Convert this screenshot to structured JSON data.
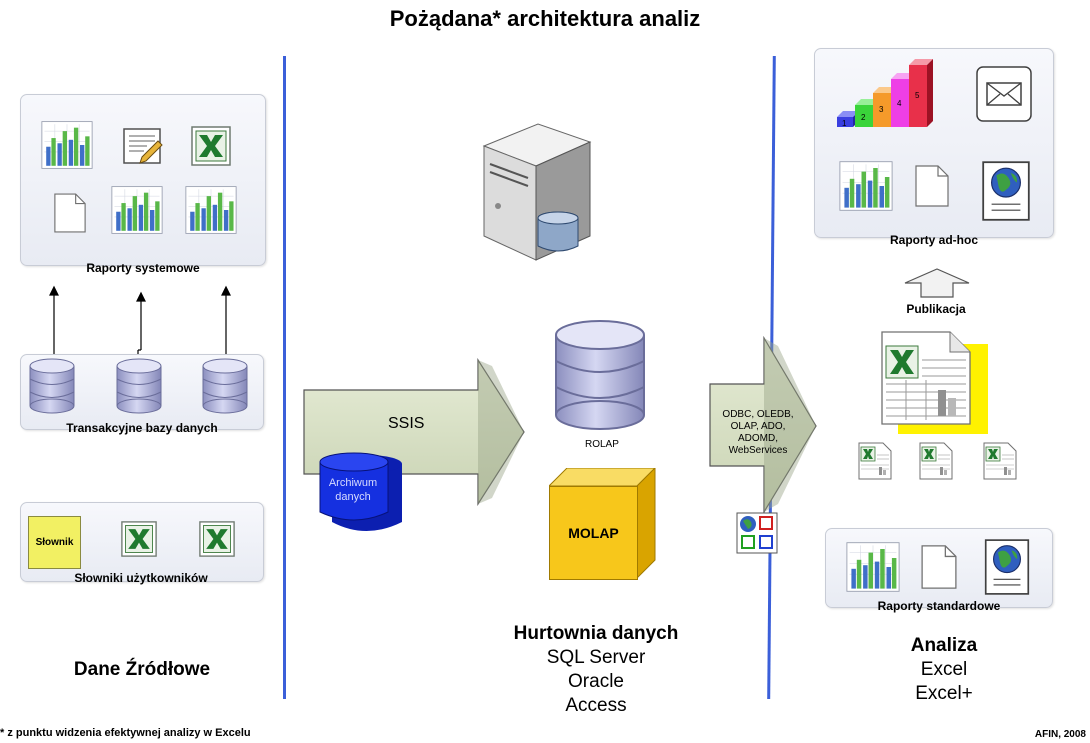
{
  "title": "Pożądana* architektura analiz",
  "left": {
    "reports_label": "Raporty systemowe",
    "db_label": "Transakcyjne bazy danych",
    "dict_label": "Słowniki użytkowników",
    "dict_box": "Słownik",
    "caption": "Dane Źródłowe"
  },
  "middle": {
    "arrow_label": "SSIS",
    "archive_label": "Archiwum danych",
    "rolap_label": "ROLAP",
    "molap_label": "MOLAP",
    "caption_title": "Hurtownia danych",
    "caption_lines": [
      "SQL Server",
      "Oracle",
      "Access"
    ]
  },
  "right_arrow": {
    "lines": [
      "ODBC, OLEDB,",
      "OLAP, ADO,",
      "ADOMD,",
      "WebServices"
    ]
  },
  "right": {
    "adhoc_label": "Raporty ad-hoc",
    "publish_label": "Publikacja",
    "standard_label": "Raporty standardowe",
    "caption_title": "Analiza",
    "caption_lines": [
      "Excel",
      "Excel+"
    ],
    "bar_numbers": [
      "1",
      "2",
      "3",
      "4",
      "5"
    ]
  },
  "footnote": "* z punktu widzenia efektywnej analizy w Excelu",
  "credit": "AFIN, 2008",
  "colors": {
    "divider": "#3b5fd9",
    "molap": "#f7c71b",
    "archive": "#1226d6",
    "dict": "#f2f063"
  }
}
